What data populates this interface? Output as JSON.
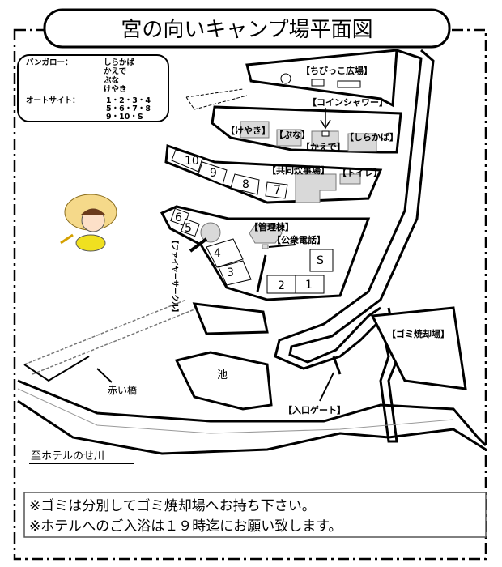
{
  "title": "宮の向いキャンプ場平面図",
  "legend": {
    "bungalow_label": "バンガロー：",
    "bungalows": [
      "しらかば",
      "かえで",
      "ぶな",
      "けやき"
    ],
    "autosite_label": "オートサイト：",
    "autosite_rows": [
      "1・2・3・4",
      "5・6・7・8",
      "9・10・S"
    ]
  },
  "labels": {
    "children_plaza": "【ちびっこ広場】",
    "coin_shower": "【コインシャワー】",
    "keyaki": "【けやき】",
    "buna": "【ぶな】",
    "kaede": "【かえで】",
    "shirakaba": "【しらかば】",
    "kitchen": "【共同炊事場】",
    "toilet": "【トイレ】",
    "office": "【管理棟】",
    "phone": "【公衆電話】",
    "fire_circle": "【ファイヤーサークル】",
    "pond": "池",
    "red_bridge": "赤い橋",
    "gate": "【入口ゲート】",
    "incinerator": "【ゴミ焼却場】",
    "to_hotel": "至ホテルのせ川"
  },
  "sites": [
    "10",
    "9",
    "8",
    "7",
    "6",
    "5",
    "4",
    "3",
    "2",
    "1",
    "S"
  ],
  "notes": [
    "※ゴミは分別してゴミ焼却場へお持ち下さい。",
    "※ホテルへのご入浴は１９時迄にお願い致します。"
  ]
}
